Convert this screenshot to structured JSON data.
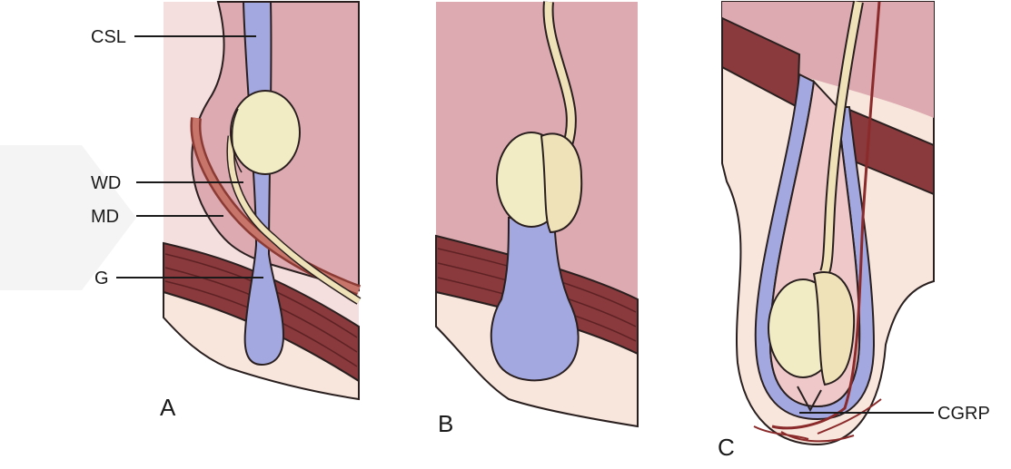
{
  "labels": {
    "csl": "CSL",
    "wd": "WD",
    "md": "MD",
    "g": "G",
    "cgrp": "CGRP"
  },
  "panels": {
    "a": "A",
    "b": "B",
    "c": "C"
  },
  "colors": {
    "peritoneum_pink": "#dcaab0",
    "light_pink": "#f3dede",
    "skin_cream": "#f8e6dc",
    "muscle_red": "#8a3a3c",
    "gubernaculum_blue": "#a3a8e0",
    "testis_cream": "#f2ecc4",
    "vessel_red": "#8b2a2a"
  }
}
